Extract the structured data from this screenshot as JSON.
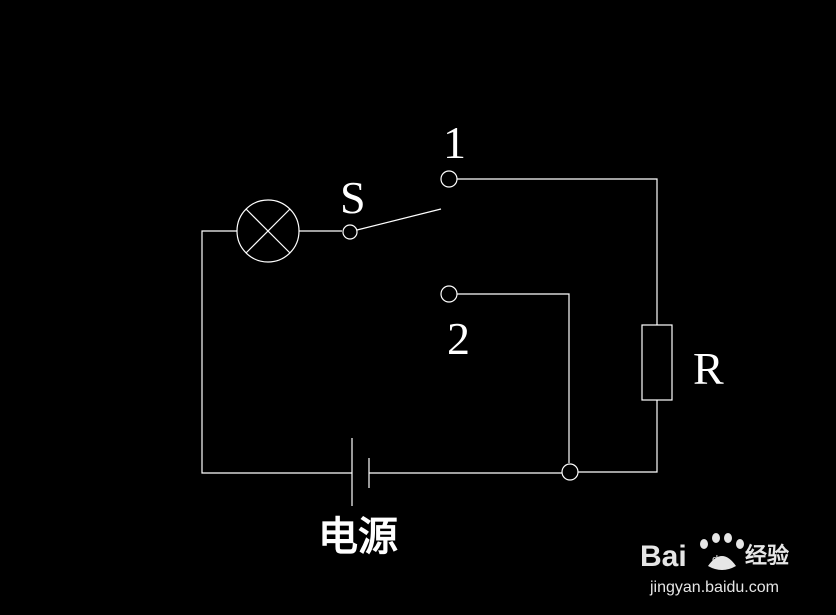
{
  "colors": {
    "background": "#000000",
    "line": "#ffffff"
  },
  "labels": {
    "switch": "S",
    "contact_1": "1",
    "contact_2": "2",
    "resistor": "R",
    "power_source": "电源"
  },
  "watermark": {
    "brand_latin": "Bai",
    "brand_du": "du",
    "brand_jingyan": "经验",
    "url": "jingyan.baidu.com"
  }
}
